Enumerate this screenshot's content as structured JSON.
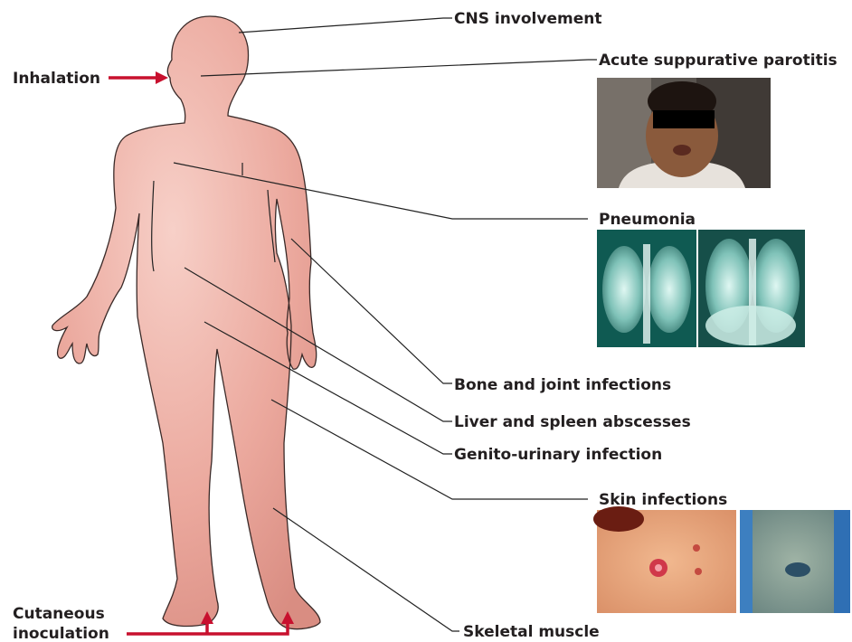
{
  "labels": {
    "cns": "CNS involvement",
    "parotitis": "Acute suppurative parotitis",
    "pneumonia": "Pneumonia",
    "bone": "Bone and joint infections",
    "liver": "Liver and spleen abscesses",
    "genito": "Genito-urinary infection",
    "skin": "Skin infections",
    "muscle": "Skeletal muscle"
  },
  "routes": {
    "inhalation": "Inhalation",
    "cutaneous_line1": "Cutaneous",
    "cutaneous_line2": "inoculation"
  },
  "colors": {
    "skin": "#eaa59a",
    "skin_highlight": "#f6cfc6",
    "outline": "#3a2a28",
    "route_arrow": "#c8102e",
    "xray_bg": "#0f5a52",
    "xray_light": "#cfeee8"
  }
}
